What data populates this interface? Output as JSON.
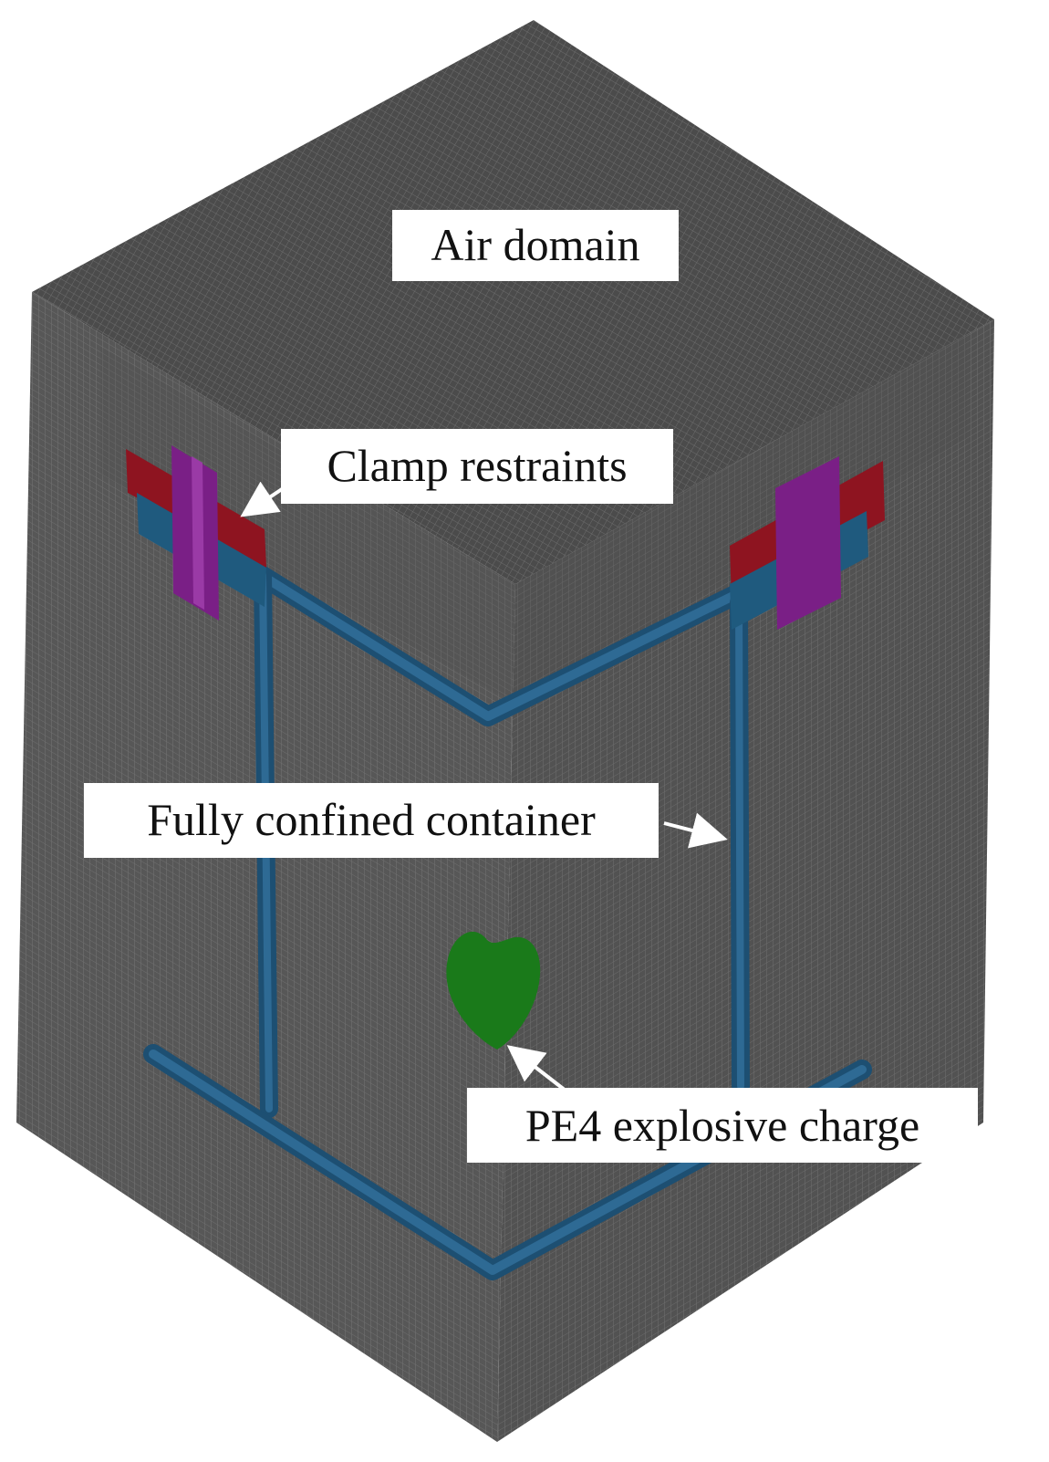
{
  "colors": {
    "background": "#ffffff",
    "air_top_face": "#4c4c4c",
    "air_left_face": "#5a5a5a",
    "air_right_face": "#545454",
    "mesh_line": "#6e6e6e",
    "container_frame": "#1d4f72",
    "container_frame_light": "#2e6a94",
    "clamp_red": "#8e1420",
    "clamp_purple": "#7a1f86",
    "clamp_blue": "#1f5a7e",
    "explosive_charge": "#1a7a1a",
    "label_box": "#ffffff",
    "label_text": "#111111",
    "arrow": "#ffffff"
  },
  "labels": {
    "air_domain": "Air domain",
    "clamp_restraints": "Clamp restraints",
    "fully_confined_container": "Fully confined container",
    "pe4_explosive_charge": "PE4 explosive charge"
  }
}
